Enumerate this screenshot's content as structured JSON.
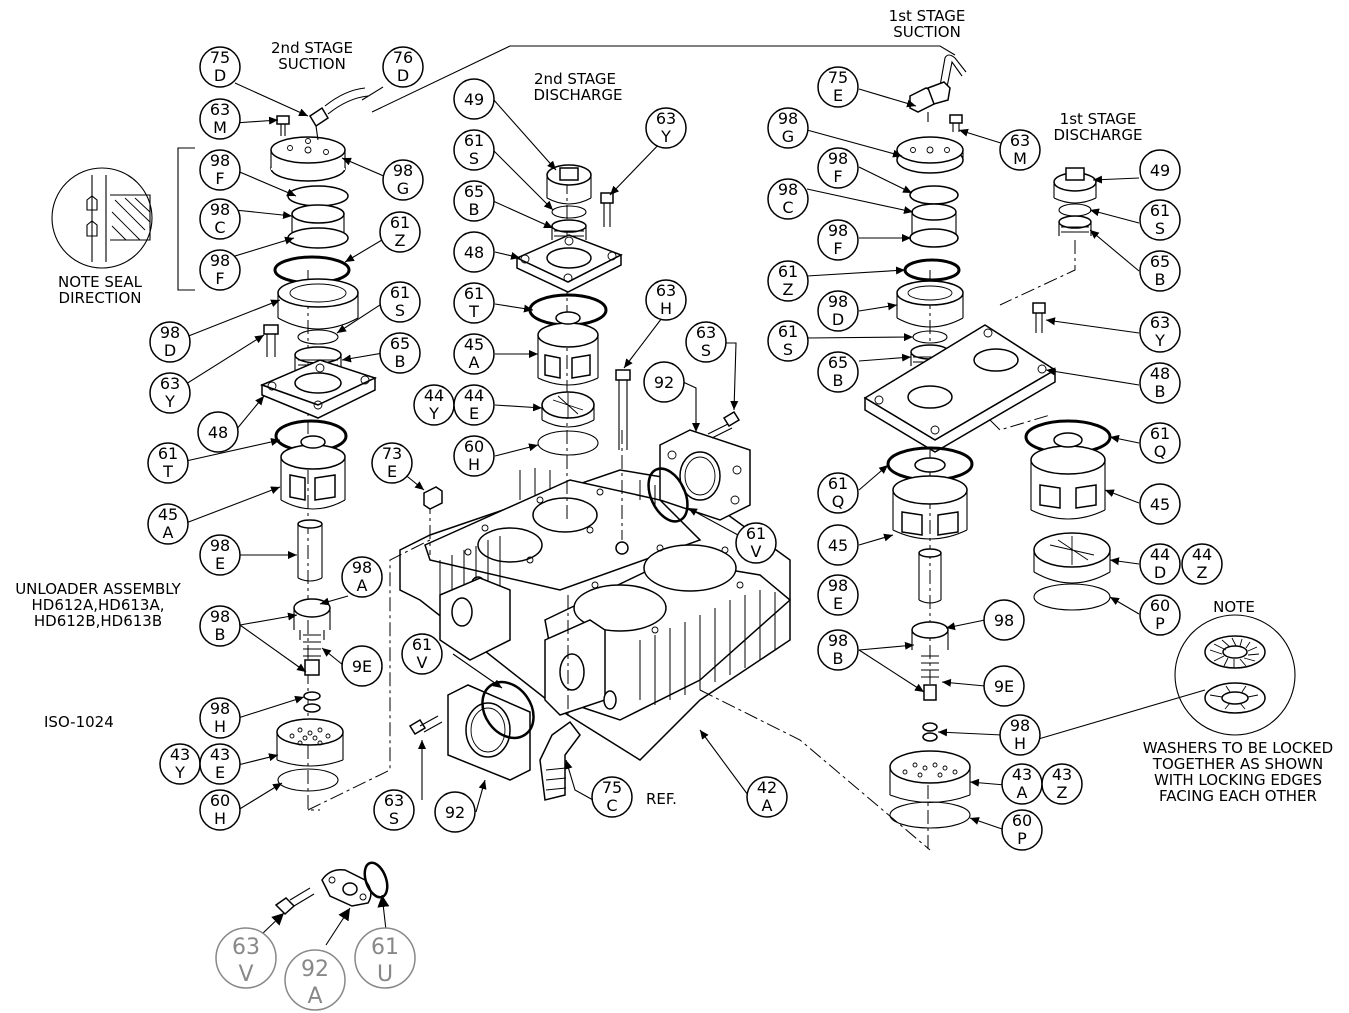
{
  "labels": {
    "second_stage_suction": [
      "2nd STAGE",
      "SUCTION"
    ],
    "second_stage_discharge": [
      "2nd STAGE",
      "DISCHARGE"
    ],
    "first_stage_suction": [
      "1st STAGE",
      "SUCTION"
    ],
    "first_stage_discharge": [
      "1st STAGE",
      "DISCHARGE"
    ],
    "note_seal_direction": [
      "NOTE SEAL",
      "DIRECTION"
    ],
    "unloader_assembly": [
      "UNLOADER ASSEMBLY",
      "HD612A,HD613A,",
      "HD612B,HD613B"
    ],
    "drawing_number": "ISO-1024",
    "ref": "REF.",
    "note": "NOTE",
    "washer_note": [
      "WASHERS TO BE LOCKED",
      "TOGETHER AS SHOWN",
      "WITH LOCKING EDGES",
      "FACING EACH OTHER"
    ]
  },
  "balloons": {
    "b75D": {
      "n": "75",
      "l": "D"
    },
    "b76D": {
      "n": "76",
      "l": "D"
    },
    "b63M": {
      "n": "63",
      "l": "M"
    },
    "b98G": {
      "n": "98",
      "l": "G"
    },
    "b98F": {
      "n": "98",
      "l": "F"
    },
    "b98C": {
      "n": "98",
      "l": "C"
    },
    "b61Z": {
      "n": "61",
      "l": "Z"
    },
    "b61S": {
      "n": "61",
      "l": "S"
    },
    "b65B": {
      "n": "65",
      "l": "B"
    },
    "b98D": {
      "n": "98",
      "l": "D"
    },
    "b63Y": {
      "n": "63",
      "l": "Y"
    },
    "b48": {
      "n": "48"
    },
    "b48B": {
      "n": "48",
      "l": "B"
    },
    "b61T": {
      "n": "61",
      "l": "T"
    },
    "b45A": {
      "n": "45",
      "l": "A"
    },
    "b45": {
      "n": "45"
    },
    "b98E": {
      "n": "98",
      "l": "E"
    },
    "b98A": {
      "n": "98",
      "l": "A"
    },
    "b98B": {
      "n": "98",
      "l": "B"
    },
    "b98": {
      "n": "98"
    },
    "b9E": {
      "n": "9E"
    },
    "b98H": {
      "n": "98",
      "l": "H"
    },
    "b43Y": {
      "n": "43",
      "l": "Y"
    },
    "b43E": {
      "n": "43",
      "l": "E"
    },
    "b43A": {
      "n": "43",
      "l": "A"
    },
    "b43Z": {
      "n": "43",
      "l": "Z"
    },
    "b60H": {
      "n": "60",
      "l": "H"
    },
    "b60P": {
      "n": "60",
      "l": "P"
    },
    "b49": {
      "n": "49"
    },
    "b44Y": {
      "n": "44",
      "l": "Y"
    },
    "b44E": {
      "n": "44",
      "l": "E"
    },
    "b44D": {
      "n": "44",
      "l": "D"
    },
    "b44Z": {
      "n": "44",
      "l": "Z"
    },
    "b63H": {
      "n": "63",
      "l": "H"
    },
    "b63S": {
      "n": "63",
      "l": "S"
    },
    "b92": {
      "n": "92"
    },
    "b73E": {
      "n": "73",
      "l": "E"
    },
    "b61V": {
      "n": "61",
      "l": "V"
    },
    "b61Q": {
      "n": "61",
      "l": "Q"
    },
    "b75C": {
      "n": "75",
      "l": "C"
    },
    "b75E": {
      "n": "75",
      "l": "E"
    },
    "b42A": {
      "n": "42",
      "l": "A"
    },
    "b63V": {
      "n": "63",
      "l": "V"
    },
    "b92A": {
      "n": "92",
      "l": "A"
    },
    "b61U": {
      "n": "61",
      "l": "U"
    }
  }
}
